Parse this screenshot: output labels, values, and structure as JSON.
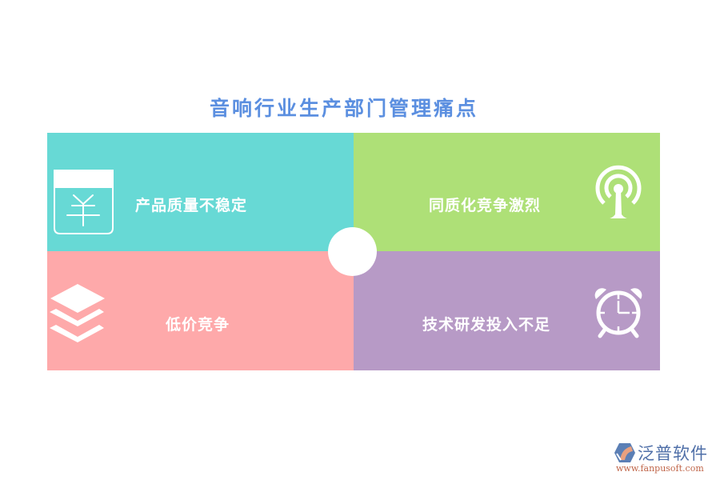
{
  "title": "音响行业生产部门管理痛点",
  "quadrants": [
    {
      "label": "产品质量不稳定",
      "color": "#67d9d5",
      "icon": "yuan-wallet-icon"
    },
    {
      "label": "同质化竞争激烈",
      "color": "#aee077",
      "icon": "broadcast-antenna-icon"
    },
    {
      "label": "低价竞争",
      "color": "#fea9aa",
      "icon": "layers-stack-icon"
    },
    {
      "label": "技术研发投入不足",
      "color": "#b79ac6",
      "icon": "alarm-clock-icon"
    }
  ],
  "colors": {
    "title": "#5b8fe0",
    "background": "#ffffff",
    "icon": "#ffffff"
  },
  "logo": {
    "name": "泛普软件",
    "url": "www.fanpusoft.com"
  }
}
